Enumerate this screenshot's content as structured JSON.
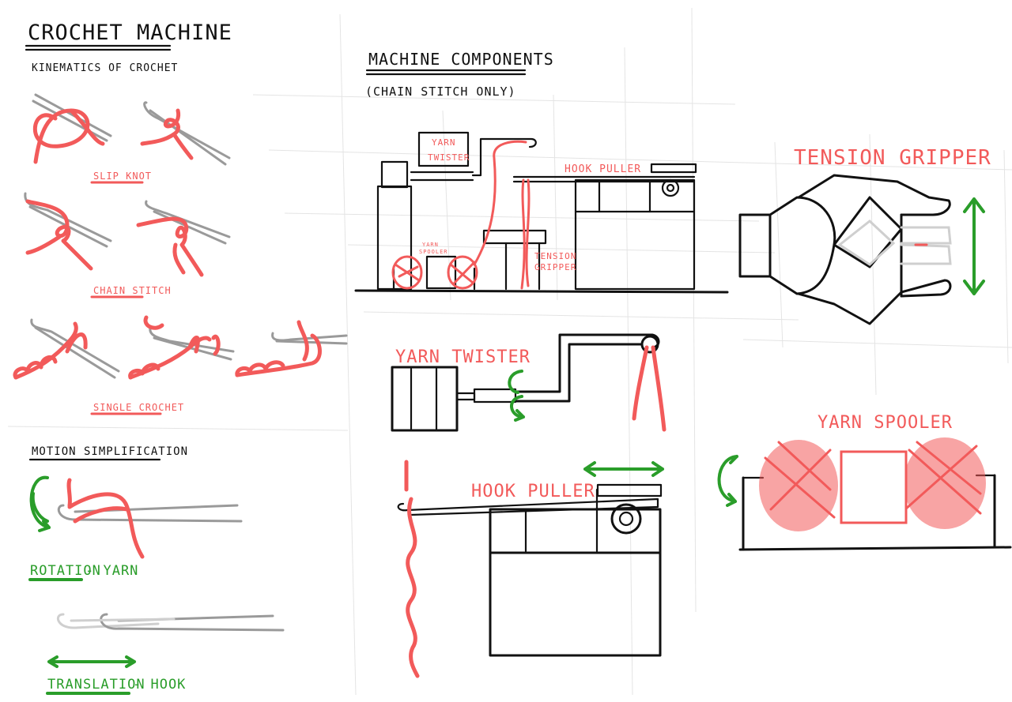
{
  "title": "CROCHET MACHINE",
  "kinematics": {
    "heading": "KINEMATICS OF CROCHET",
    "labels": [
      "SLIP KNOT",
      "CHAIN STITCH",
      "SINGLE CROCHET"
    ]
  },
  "motion": {
    "heading": "MOTION SIMPLIFICATION",
    "rotation_word": "ROTATION",
    "rotation_rest": "- YARN",
    "translation_word": "TRANSLATION",
    "translation_rest": "- HOOK"
  },
  "components": {
    "heading": "MACHINE COMPONENTS",
    "subheading": "(CHAIN STITCH ONLY)",
    "overview_labels": {
      "yarn_twister_1": "YARN",
      "yarn_twister_2": "TWISTER",
      "hook_puller": "HOOK PULLER",
      "yarn_spooler_1": "YARN",
      "yarn_spooler_2": "SPOOLER",
      "tension_gripper_1": "TENSION",
      "tension_gripper_2": "GRIPPER"
    },
    "detail_titles": {
      "tension_gripper": "TENSION GRIPPER",
      "yarn_twister": "YARN TWISTER",
      "hook_puller": "HOOK PULLER",
      "yarn_spooler": "YARN SPOOLER"
    }
  },
  "colors": {
    "ink": "#111111",
    "yarn": "#f25a5a",
    "motion": "#2a9d2a",
    "hook": "#9a9a9a"
  }
}
